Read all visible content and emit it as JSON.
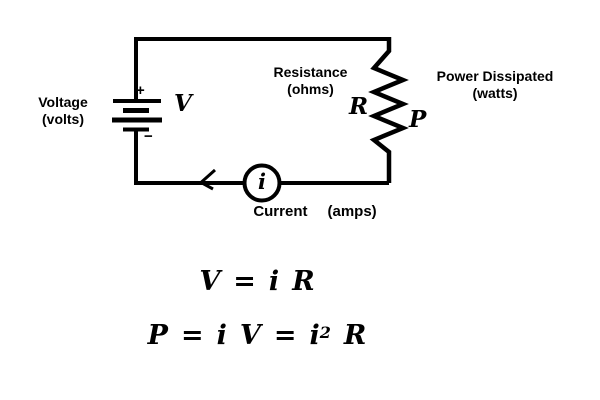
{
  "colors": {
    "ink": "#000000",
    "background": "#ffffff"
  },
  "circuit": {
    "voltage": {
      "label": "Voltage",
      "unit": "(volts)",
      "symbol": "V"
    },
    "battery": {
      "plus": "+",
      "minus": "−"
    },
    "resistance": {
      "label": "Resistance",
      "unit": "(ohms)",
      "symbol": "R"
    },
    "power": {
      "label": "Power Dissipated",
      "unit": "(watts)",
      "symbol": "P"
    },
    "current": {
      "label": "Current",
      "unit": "(amps)",
      "symbol": "i"
    }
  },
  "equations": {
    "ohms_law": [
      "V",
      "=",
      "i",
      "R"
    ],
    "power_law": {
      "tokens": [
        "P",
        "=",
        "i",
        "V",
        "=",
        "i"
      ],
      "superscript": "2",
      "last": "R"
    }
  }
}
